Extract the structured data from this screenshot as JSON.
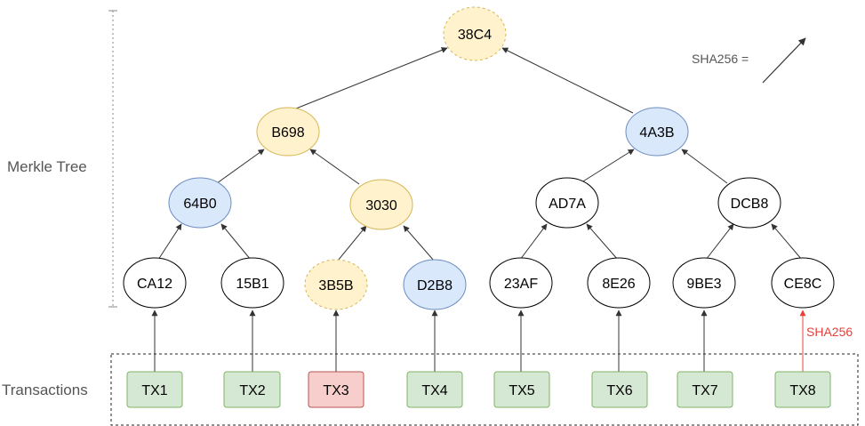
{
  "labels": {
    "merkle_tree": "Merkle Tree",
    "transactions": "Transactions",
    "legend": "SHA256 =",
    "hash_annotation": "SHA256"
  },
  "colors": {
    "yellow_fill": "#fff2cc",
    "yellow_stroke": "#d6b656",
    "blue_fill": "#dae8fc",
    "blue_stroke": "#6c8ebf",
    "green_fill": "#d5e8d4",
    "green_stroke": "#82b366",
    "red_fill": "#f8cecc",
    "red_stroke": "#b85450",
    "arrow": "#333333",
    "highlight_arrow": "#e8403a"
  },
  "nodes": {
    "root": {
      "label": "38C4",
      "style": "yellow-dashed"
    },
    "l1_left": {
      "label": "B698",
      "style": "yellow"
    },
    "l1_right": {
      "label": "4A3B",
      "style": "blue"
    },
    "l2_a": {
      "label": "64B0",
      "style": "blue"
    },
    "l2_b": {
      "label": "3030",
      "style": "yellow"
    },
    "l2_c": {
      "label": "AD7A",
      "style": "white"
    },
    "l2_d": {
      "label": "DCB8",
      "style": "white"
    },
    "leaf_1": {
      "label": "CA12",
      "style": "white"
    },
    "leaf_2": {
      "label": "15B1",
      "style": "white"
    },
    "leaf_3": {
      "label": "3B5B",
      "style": "yellow-dashed"
    },
    "leaf_4": {
      "label": "D2B8",
      "style": "blue"
    },
    "leaf_5": {
      "label": "23AF",
      "style": "white"
    },
    "leaf_6": {
      "label": "8E26",
      "style": "white"
    },
    "leaf_7": {
      "label": "9BE3",
      "style": "white"
    },
    "leaf_8": {
      "label": "CE8C",
      "style": "white"
    }
  },
  "transactions": [
    {
      "label": "TX1",
      "style": "green"
    },
    {
      "label": "TX2",
      "style": "green"
    },
    {
      "label": "TX3",
      "style": "red"
    },
    {
      "label": "TX4",
      "style": "green"
    },
    {
      "label": "TX5",
      "style": "green"
    },
    {
      "label": "TX6",
      "style": "green"
    },
    {
      "label": "TX7",
      "style": "green"
    },
    {
      "label": "TX8",
      "style": "green"
    }
  ]
}
